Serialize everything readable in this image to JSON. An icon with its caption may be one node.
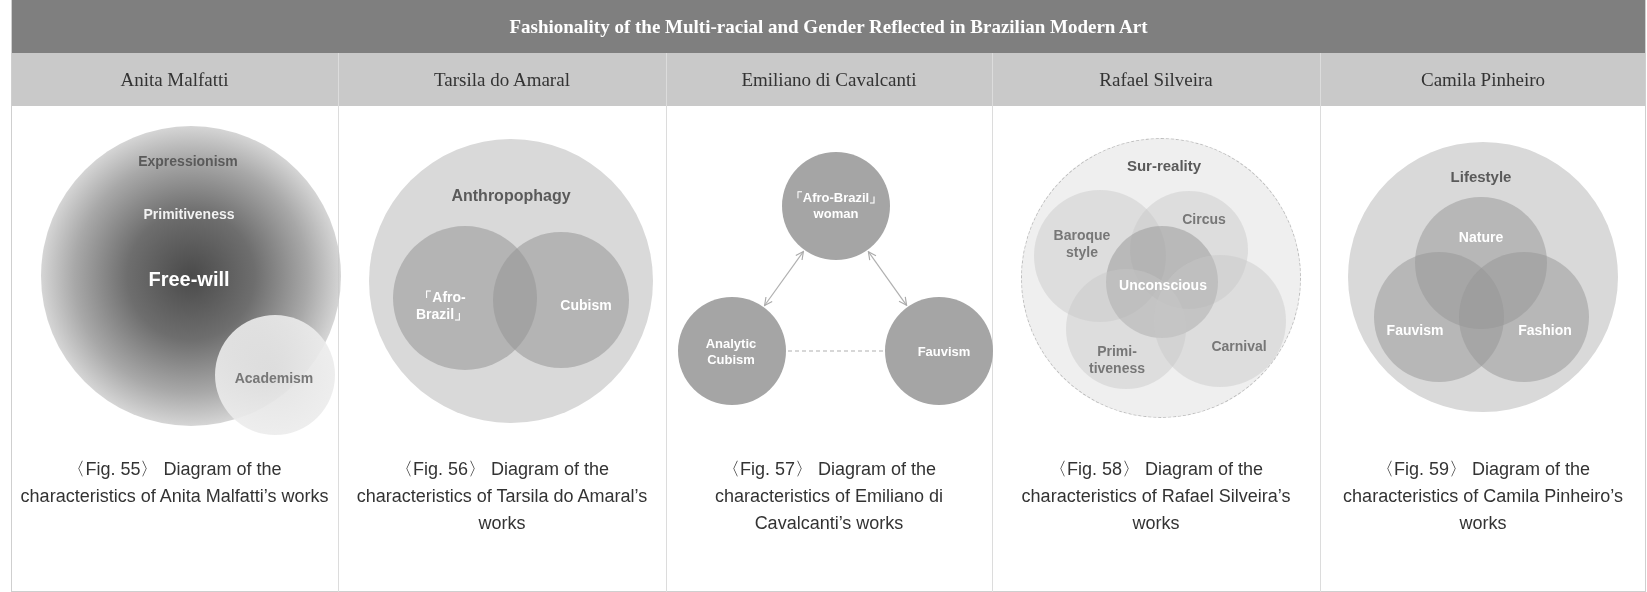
{
  "diagram": {
    "title": "Fashionality of the Multi-racial and Gender Reflected in Brazilian Modern Art",
    "nodes": [
      {
        "text": [
          "Expressionism",
          "Primitiveness",
          "Free-will"
        ]
      },
      {
        "text": [
          "Academism"
        ]
      },
      {
        "text": [
          "Anthropophagy"
        ]
      },
      {
        "text": [
          "「Afro- Brazil」"
        ],
        "in": 2
      },
      {
        "text": [
          "Cubism"
        ],
        "in": 2
      },
      {
        "text": [
          "「Afro-Brazil」 woman"
        ]
      },
      {
        "text": [
          "Analytic Cubism"
        ]
      },
      {
        "text": [
          "Fauvism"
        ]
      },
      {
        "text": [
          "Sur-reality"
        ]
      },
      {
        "text": [
          "Baroque style"
        ],
        "in": 8
      },
      {
        "text": [
          "Circus"
        ],
        "in": 8
      },
      {
        "text": [
          "Unconscious"
        ],
        "in": 8
      },
      {
        "text": [
          "Primi- tiveness"
        ],
        "in": 8
      },
      {
        "text": [
          "Carnival"
        ],
        "in": 8
      },
      {
        "text": [
          "Lifestyle"
        ]
      },
      {
        "text": [
          "Nature"
        ],
        "in": 14
      },
      {
        "text": [
          "Fauvism"
        ],
        "in": 14
      },
      {
        "text": [
          "Fashion"
        ],
        "in": 14
      }
    ],
    "edges": [
      {
        "from": 5,
        "to": 6,
        "arrow": "both"
      },
      {
        "from": 5,
        "to": 7,
        "arrow": "both"
      },
      {
        "from": 6,
        "to": 7,
        "arrow": "none",
        "style": "dashed"
      }
    ],
    "labels": [
      "Anita Malfatti",
      "Tarsila do Amaral",
      "Emiliano di Cavalcanti",
      "Rafael Silveira",
      "Camila Pinheiro",
      "〈Fig. 55〉 Diagram of the characteristics of Anita Malfatti’s works",
      "〈Fig. 56〉 Diagram of the characteristics of Tarsila do Amaral’s works",
      "〈Fig. 57〉 Diagram of the characteristics of Emiliano di Cavalcanti’s works",
      "〈Fig. 58〉 Diagram of the characteristics of Rafael Silveira’s works",
      "〈Fig. 59〉 Diagram of the characteristics of Camila Pinheiro’s works"
    ]
  }
}
